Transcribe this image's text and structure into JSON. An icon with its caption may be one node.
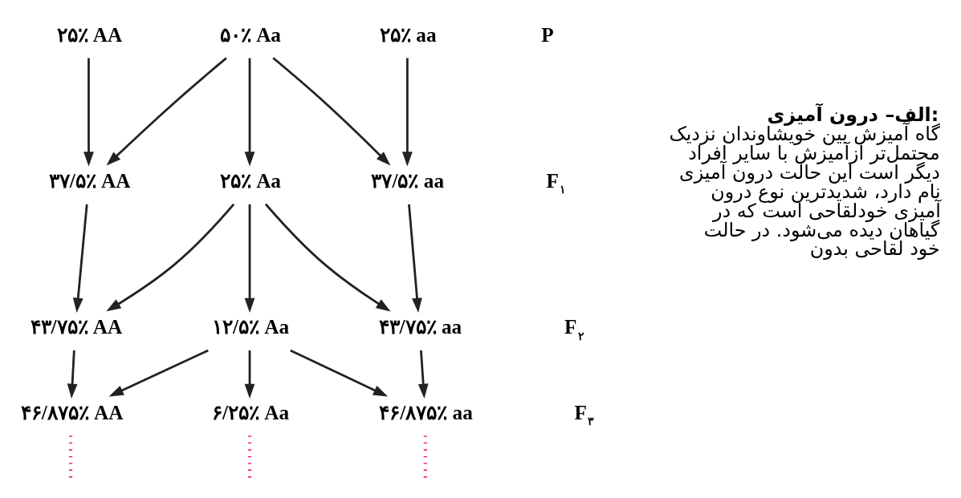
{
  "diagram": {
    "nodes": [
      {
        "text": [
          "۲۵٪ AA"
        ]
      },
      {
        "text": [
          "۵۰٪ Aa"
        ]
      },
      {
        "text": [
          "۲۵٪ aa"
        ]
      },
      {
        "text": [
          "۳۷/۵٪ AA"
        ]
      },
      {
        "text": [
          "۲۵٪ Aa"
        ]
      },
      {
        "text": [
          "۳۷/۵٪ aa"
        ]
      },
      {
        "text": [
          "۴۳/۷۵٪ AA"
        ]
      },
      {
        "text": [
          "۱۲/۵٪ Aa"
        ]
      },
      {
        "text": [
          "۴۳/۷۵٪ aa"
        ]
      },
      {
        "text": [
          "۴۶/۸۷۵٪ AA"
        ]
      },
      {
        "text": [
          "۶/۲۵٪ Aa"
        ]
      },
      {
        "text": [
          "۴۶/۸۷۵٪ aa"
        ]
      }
    ],
    "edges": [
      {
        "from": 0,
        "to": 3,
        "arrow": "to"
      },
      {
        "from": 1,
        "to": 3,
        "arrow": "to"
      },
      {
        "from": 1,
        "to": 4,
        "arrow": "to"
      },
      {
        "from": 1,
        "to": 5,
        "arrow": "to"
      },
      {
        "from": 2,
        "to": 5,
        "arrow": "to"
      },
      {
        "from": 3,
        "to": 6,
        "arrow": "to"
      },
      {
        "from": 4,
        "to": 6,
        "arrow": "to"
      },
      {
        "from": 4,
        "to": 7,
        "arrow": "to"
      },
      {
        "from": 4,
        "to": 8,
        "arrow": "to"
      },
      {
        "from": 5,
        "to": 8,
        "arrow": "to"
      },
      {
        "from": 6,
        "to": 9,
        "arrow": "to"
      },
      {
        "from": 7,
        "to": 9,
        "arrow": "to"
      },
      {
        "from": 7,
        "to": 10,
        "arrow": "to"
      },
      {
        "from": 7,
        "to": 11,
        "arrow": "to"
      },
      {
        "from": 8,
        "to": 11,
        "arrow": "to"
      },
      {
        "from": 9,
        "to": null,
        "arrow": "none",
        "style": "dashed",
        "color": "#e6007e"
      },
      {
        "from": 10,
        "to": null,
        "arrow": "none",
        "style": "dashed",
        "color": "#e6007e"
      },
      {
        "from": 11,
        "to": null,
        "arrow": "none",
        "style": "dashed",
        "color": "#e6007e"
      }
    ],
    "labels": [
      "P",
      "F$_{۱}$",
      "F$_{۲}$",
      "F$_{۳}$",
      "**الف– درون آمیزی:**گاه آمیزش بین خویشاوندان نزدیک محتمل‌تر ازآمیزش با سایر افراد دیگر است این حالت درون آمیزی نام دارد، شدیدترین نوع درون آمیزی خودلقاحی است که در گیاهان دیده می‌شود. در حالت خود لقاحی بدون"
    ]
  }
}
